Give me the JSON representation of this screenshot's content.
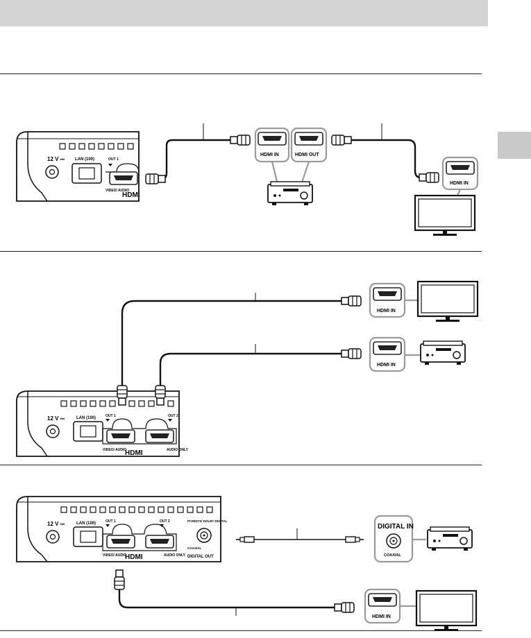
{
  "labels": {
    "hdmi_in": "HDMI IN",
    "hdmi_out": "HDMI OUT",
    "digital_in": "DIGITAL IN",
    "coaxial": "COAXIAL",
    "digital_out": "DIGITAL OUT",
    "power_12v": "12 V ⎓",
    "lan": "LAN (100)",
    "out1": "OUT 1",
    "out2": "OUT 2",
    "video_audio": "VIDEO/ AUDIO",
    "audio_only": "AUDIO ONLY",
    "pcm_dts": "PCM/DTS/ DOLBY DIGITAL",
    "hdmi_logo": "HDMI"
  },
  "colors": {
    "header_bar": "#d4d4d4",
    "side_tab": "#c9c9c9",
    "port_frame": "#9a9a9a",
    "cable": "#111111"
  }
}
